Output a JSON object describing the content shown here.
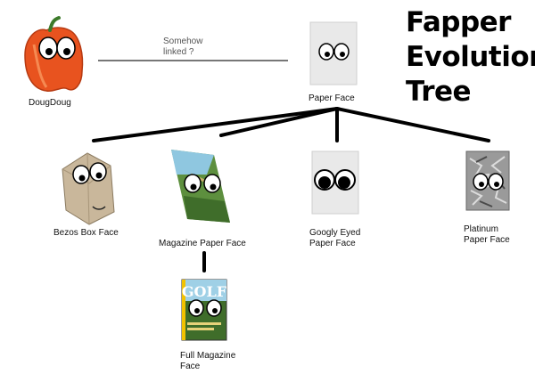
{
  "title": {
    "lines": [
      "Fapper",
      "Evolution",
      "Tree"
    ]
  },
  "link_note": {
    "lines": [
      "Somehow",
      "linked ?"
    ]
  },
  "nodes": {
    "dougdoug": {
      "label": "DougDoug"
    },
    "paper_face": {
      "label": "Paper Face"
    },
    "bezos_box_face": {
      "label": "Bezos Box Face"
    },
    "magazine_paper_face": {
      "label": "Magazine Paper Face"
    },
    "googly_eyed_paper_face": {
      "label_lines": [
        "Googly Eyed",
        "Paper Face"
      ]
    },
    "platinum_paper_face": {
      "label_lines": [
        "Platinum",
        "Paper Face"
      ]
    },
    "full_magazine_face": {
      "label_lines": [
        "Full Magazine",
        "Face"
      ],
      "cover_text": "GOLF"
    }
  },
  "colors": {
    "pepper": "#e8531f",
    "box": "#c9b79b",
    "tree_lines": "#000000",
    "link_line": "#777777"
  }
}
